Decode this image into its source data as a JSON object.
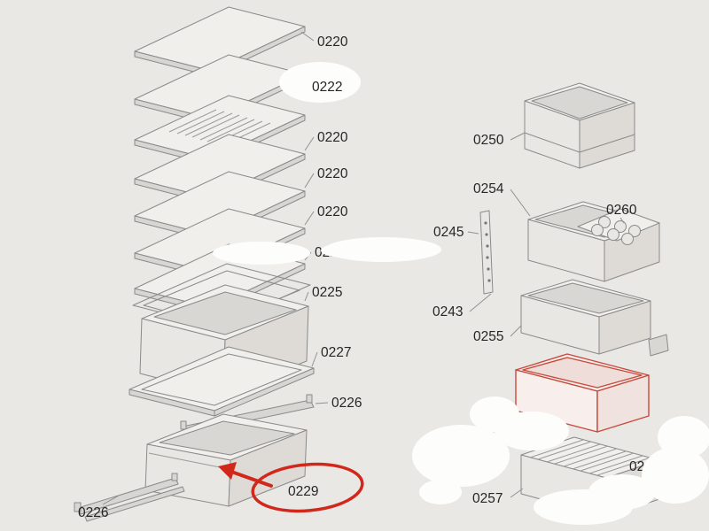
{
  "diagram": {
    "type": "exploded-parts-diagram",
    "background_color": "#e9e8e5",
    "annotation_color": "#d2281c",
    "part_labels": [
      "0220",
      "0222",
      "0220",
      "0220",
      "0220",
      "0220",
      "0225",
      "0227",
      "0226",
      "0229",
      "0226",
      "0250",
      "0254",
      "0260",
      "0245",
      "0243",
      "0255",
      "0257",
      "0261"
    ],
    "red_annotation": {
      "circled_part": "0229",
      "arrow_points_to": "bottom-drawer"
    }
  }
}
